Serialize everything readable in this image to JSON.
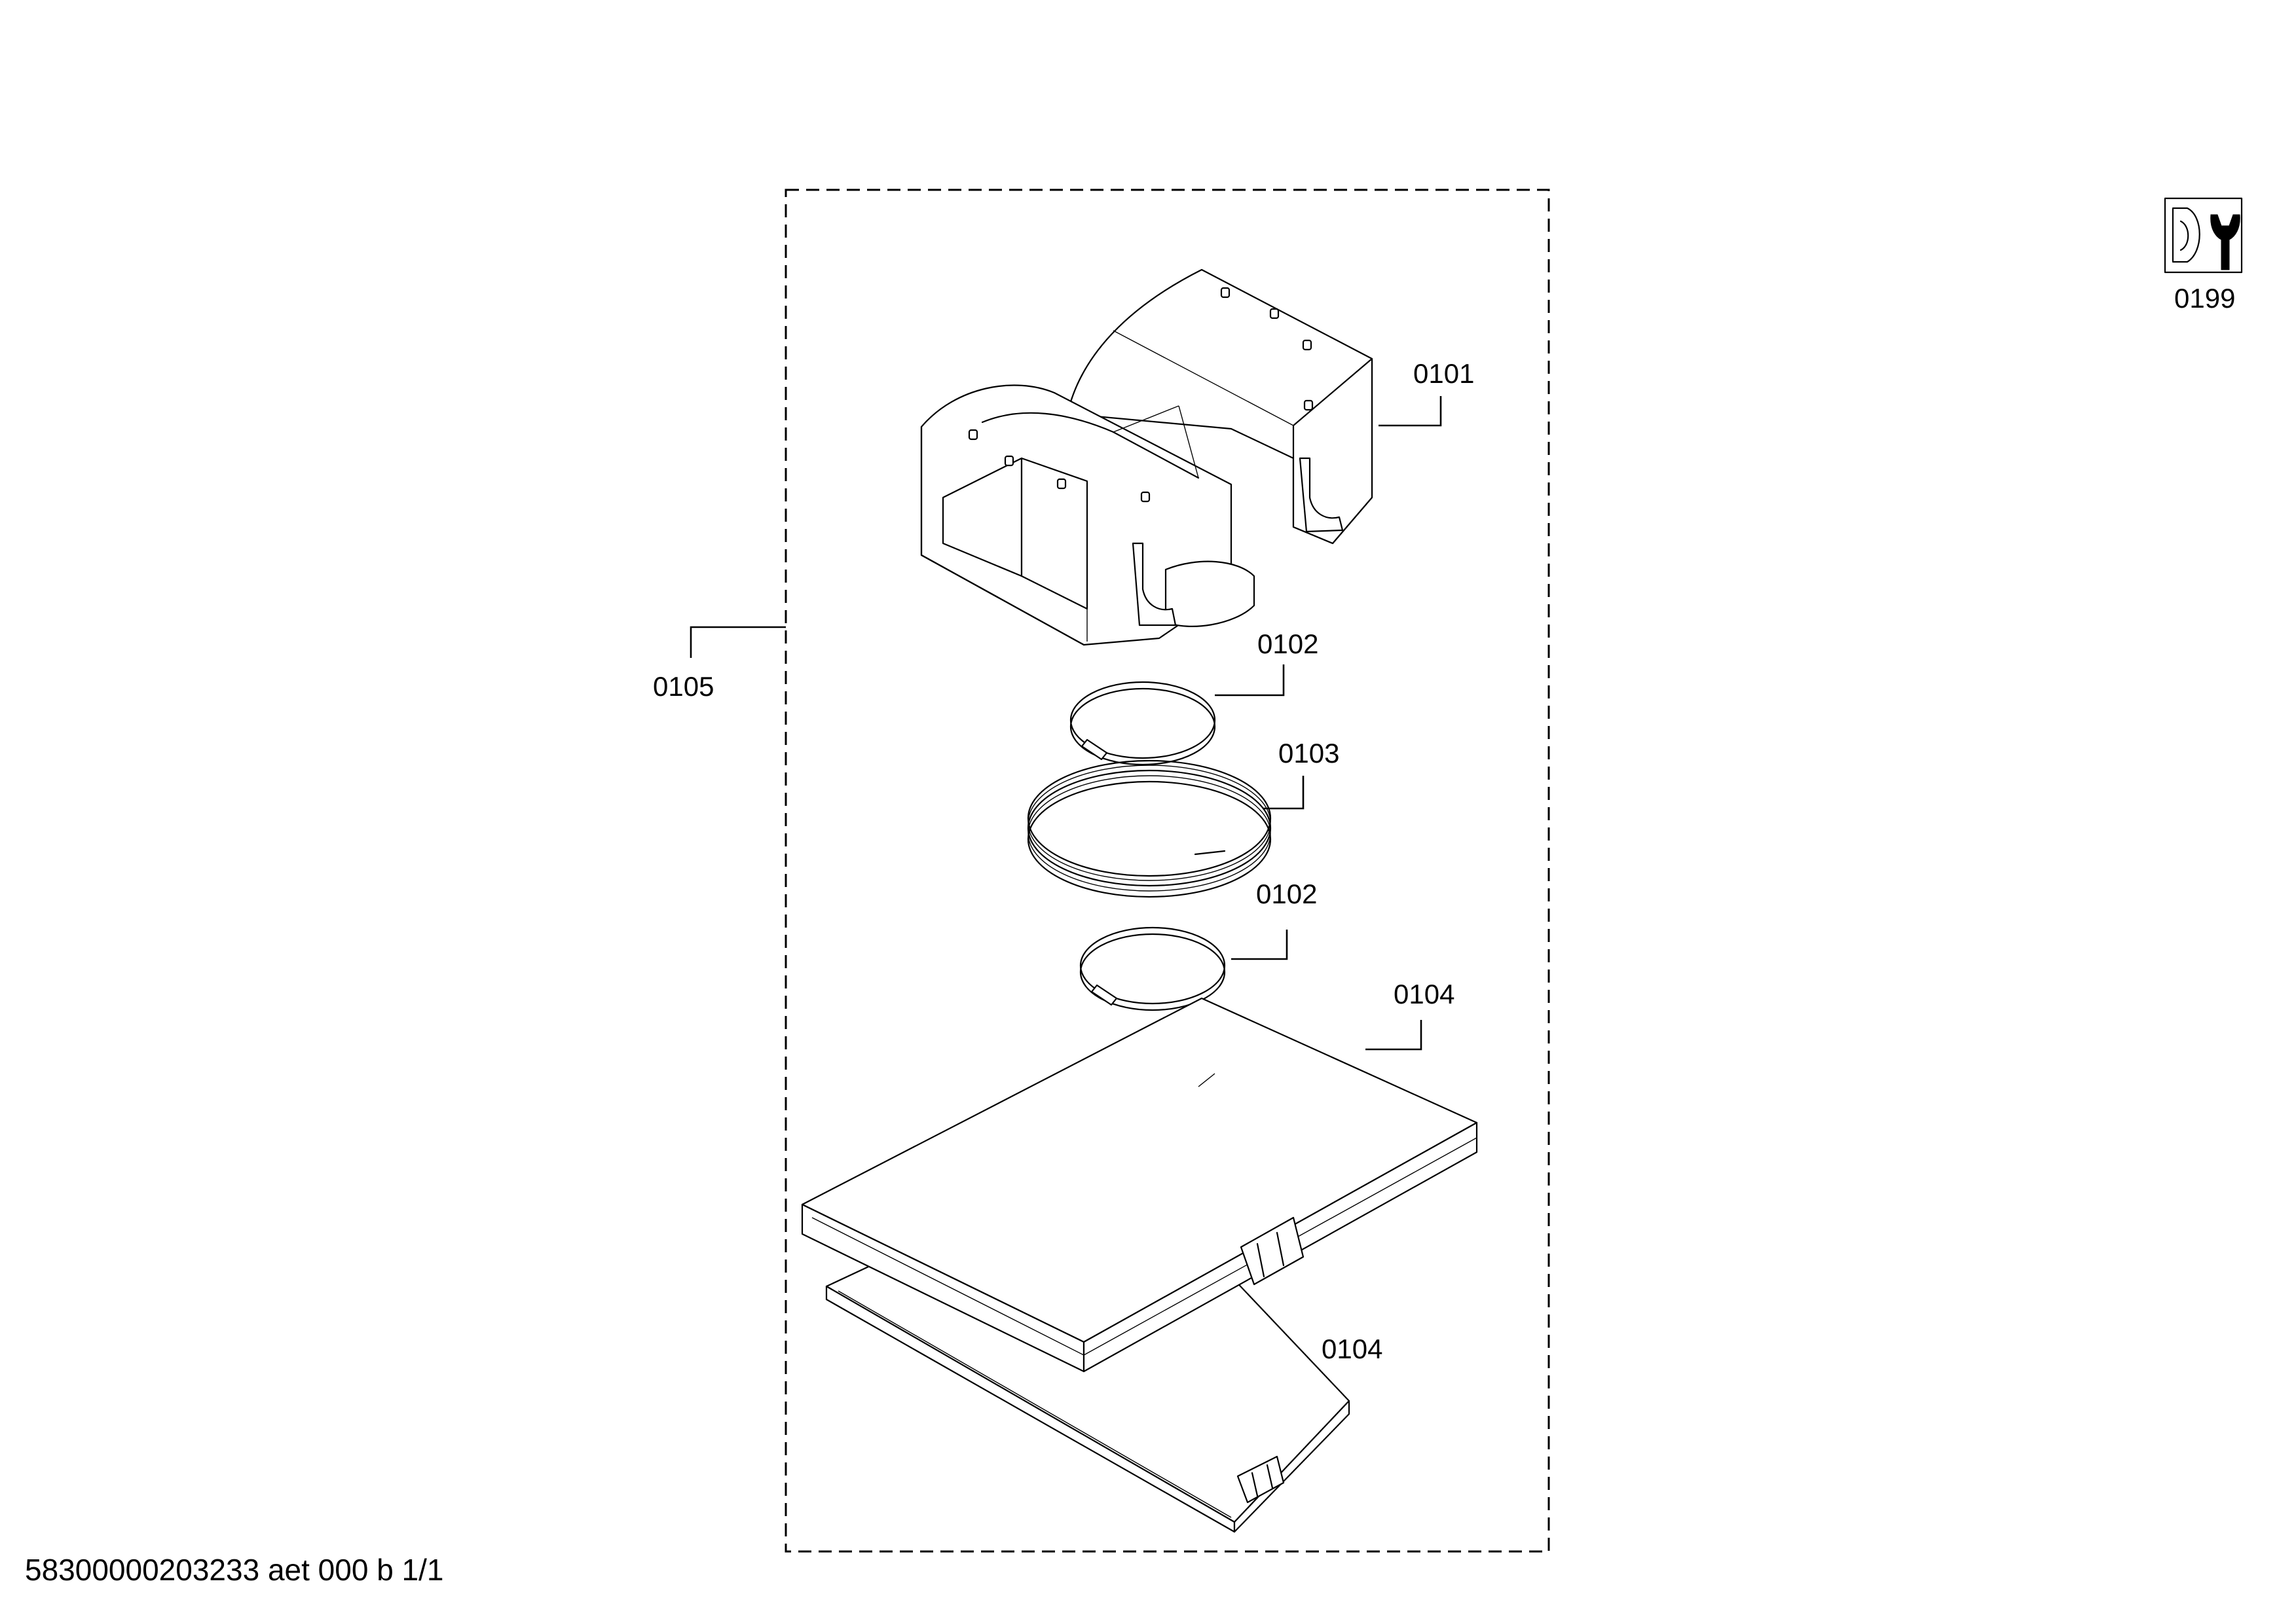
{
  "callouts": {
    "p0101": "0101",
    "p0102_upper": "0102",
    "p0103": "0103",
    "p0102_lower": "0102",
    "p0104_upper": "0104",
    "p0104_lower": "0104",
    "p0105": "0105",
    "p0199": "0199"
  },
  "footer": "58300000203233 aet 000 b 1/1",
  "icons": {
    "service": "wrench-nut-icon"
  }
}
